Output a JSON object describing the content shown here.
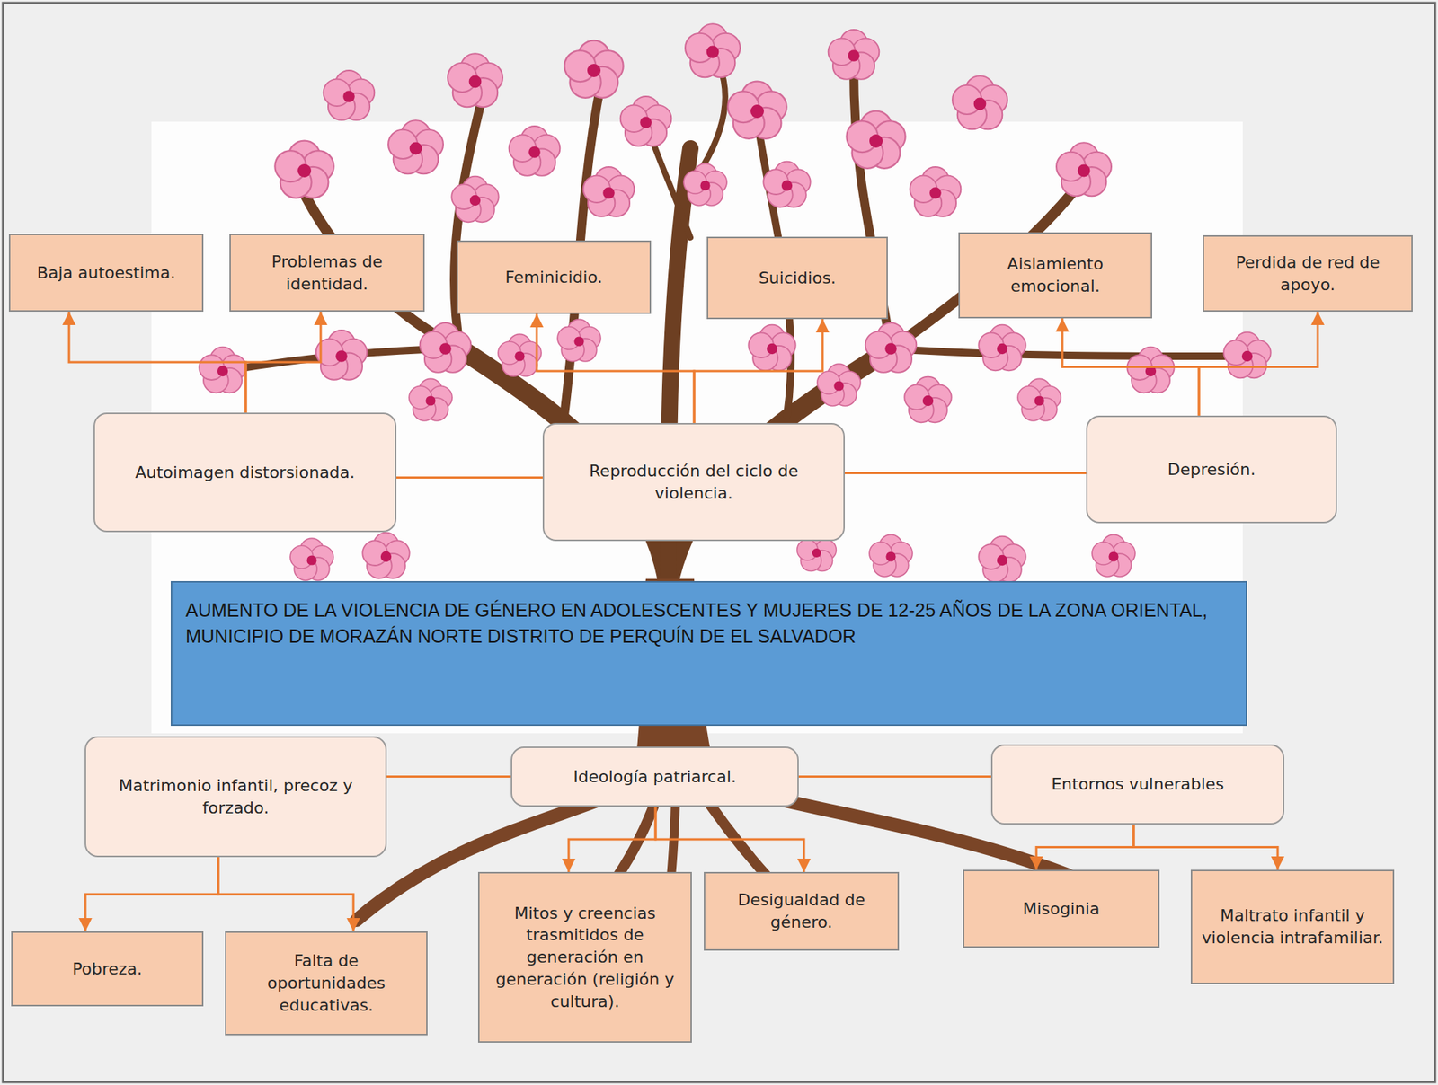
{
  "diagram": {
    "nodes": [
      {
        "text": [
          "Baja autoestima."
        ]
      },
      {
        "text": [
          "Problemas de identidad."
        ]
      },
      {
        "text": [
          "Feminicidio."
        ]
      },
      {
        "text": [
          "Suicidios."
        ]
      },
      {
        "text": [
          "Aislamiento emocional."
        ]
      },
      {
        "text": [
          "Perdida de red de apoyo."
        ]
      },
      {
        "text": [
          "Autoimagen distorsionada."
        ]
      },
      {
        "text": [
          "Reproducción del ciclo de violencia."
        ]
      },
      {
        "text": [
          "Depresión."
        ]
      },
      {
        "text": [
          "AUMENTO DE LA VIOLENCIA DE GÉNERO EN ADOLESCENTES Y MUJERES DE 12-25 AÑOS DE LA ZONA ORIENTAL, MUNICIPIO DE MORAZÁN NORTE DISTRITO DE PERQUÍN DE EL SALVADOR"
        ]
      },
      {
        "text": [
          "Matrimonio infantil, precoz y forzado."
        ]
      },
      {
        "text": [
          "Ideología patriarcal."
        ]
      },
      {
        "text": [
          "Entornos vulnerables"
        ]
      },
      {
        "text": [
          "Pobreza."
        ]
      },
      {
        "text": [
          "Falta de oportunidades educativas."
        ]
      },
      {
        "text": [
          "Mitos y creencias trasmitidos de generación en generación (religión y cultura)."
        ]
      },
      {
        "text": [
          "Desigualdad de género."
        ]
      },
      {
        "text": [
          "Misoginia"
        ]
      },
      {
        "text": [
          "Maltrato infantil y violencia intrafamiliar."
        ]
      }
    ],
    "edges": [
      {
        "from": 6,
        "to": 0,
        "arrow": "to"
      },
      {
        "from": 6,
        "to": 1,
        "arrow": "to"
      },
      {
        "from": 7,
        "to": 2,
        "arrow": "to"
      },
      {
        "from": 7,
        "to": 3,
        "arrow": "to"
      },
      {
        "from": 8,
        "to": 4,
        "arrow": "to"
      },
      {
        "from": 8,
        "to": 5,
        "arrow": "to"
      },
      {
        "from": 6,
        "to": 7,
        "arrow": "none"
      },
      {
        "from": 7,
        "to": 8,
        "arrow": "none"
      },
      {
        "from": 10,
        "to": 11,
        "arrow": "none"
      },
      {
        "from": 11,
        "to": 12,
        "arrow": "none"
      },
      {
        "from": 10,
        "to": 13,
        "arrow": "to"
      },
      {
        "from": 10,
        "to": 14,
        "arrow": "to"
      },
      {
        "from": 11,
        "to": 15,
        "arrow": "to"
      },
      {
        "from": 11,
        "to": 16,
        "arrow": "to"
      },
      {
        "from": 12,
        "to": 17,
        "arrow": "to"
      },
      {
        "from": 12,
        "to": 18,
        "arrow": "to"
      }
    ]
  }
}
